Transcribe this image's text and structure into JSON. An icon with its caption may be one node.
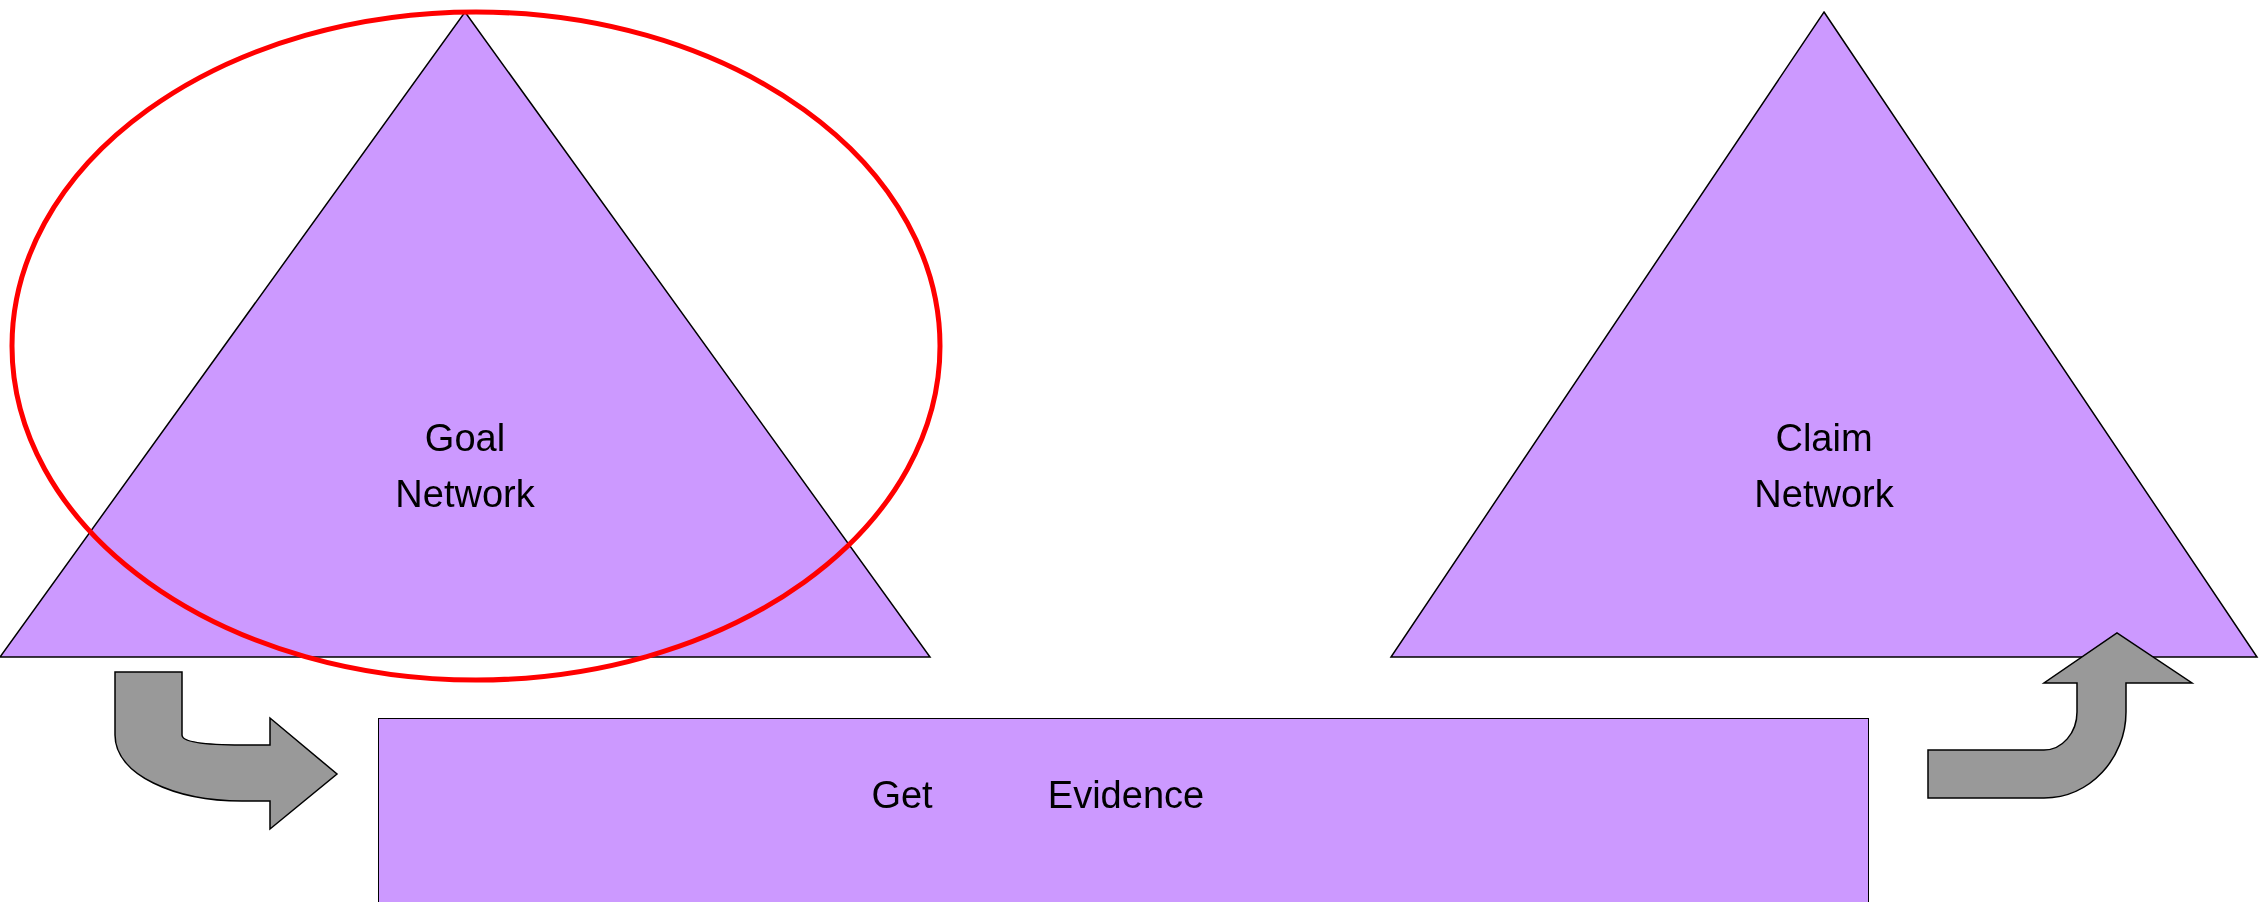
{
  "diagram": {
    "nodes": [
      {
        "text": [
          "Goal Network"
        ]
      },
      {
        "text": [
          "Claim Network"
        ]
      },
      {
        "text": [
          "Get",
          "Evidence"
        ]
      }
    ],
    "edges": [
      {
        "from": 0,
        "to": 2,
        "arrow": "to",
        "style": "thick",
        "color": "#999999"
      },
      {
        "from": 2,
        "to": 1,
        "arrow": "to",
        "style": "thick",
        "color": "#999999"
      }
    ]
  }
}
